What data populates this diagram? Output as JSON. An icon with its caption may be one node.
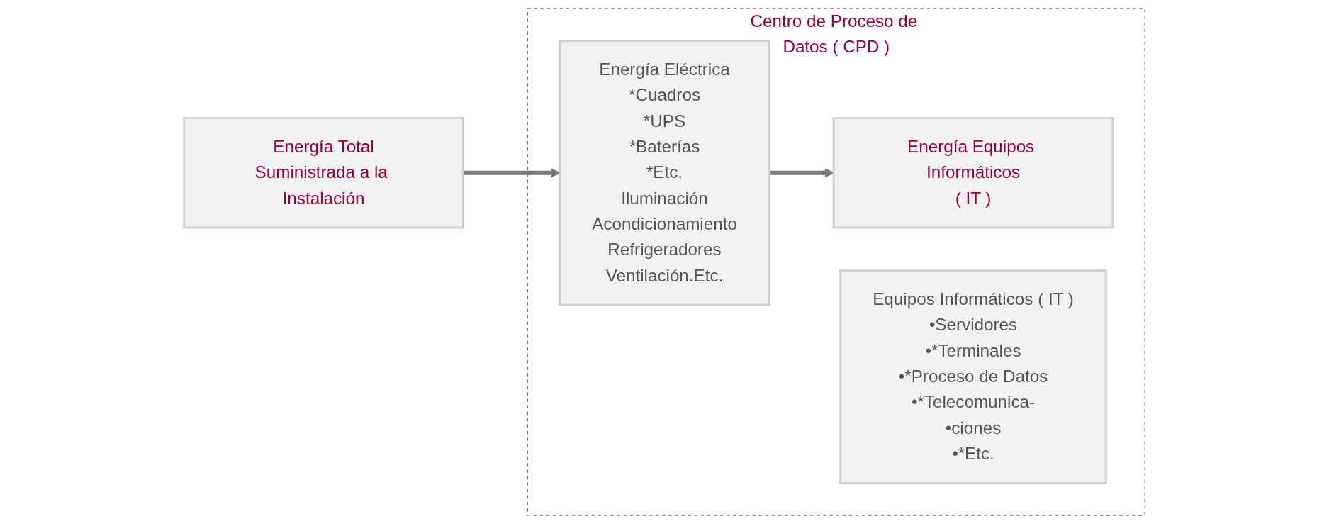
{
  "diagram": {
    "nodes": [
      {
        "text": [
          "Energía Total",
          "Suministrada a la Instalación"
        ]
      },
      {
        "text": [
          "Centro de Proceso de Datos ( CPD )"
        ]
      },
      {
        "text": [
          "Energía Eléctrica",
          "*Cuadros",
          "*UPS",
          "*Baterías",
          "*Etc.",
          "Iluminación",
          "Acondicionamiento",
          "Refrigeradores",
          "Ventilación.Etc."
        ],
        "in": 1
      },
      {
        "text": [
          "Energía Equipos Informáticos",
          "( IT )"
        ],
        "in": 1
      },
      {
        "text": [
          "Equipos Informáticos ( IT )",
          "•Servidores",
          "•*Terminales",
          "•*Proceso de Datos",
          "•*Telecomunica-",
          "•ciones",
          "•*Etc."
        ],
        "in": 1
      }
    ],
    "edges": [
      {
        "from": 0,
        "to": 2,
        "arrow": "to"
      },
      {
        "from": 2,
        "to": 3,
        "arrow": "to"
      }
    ]
  }
}
